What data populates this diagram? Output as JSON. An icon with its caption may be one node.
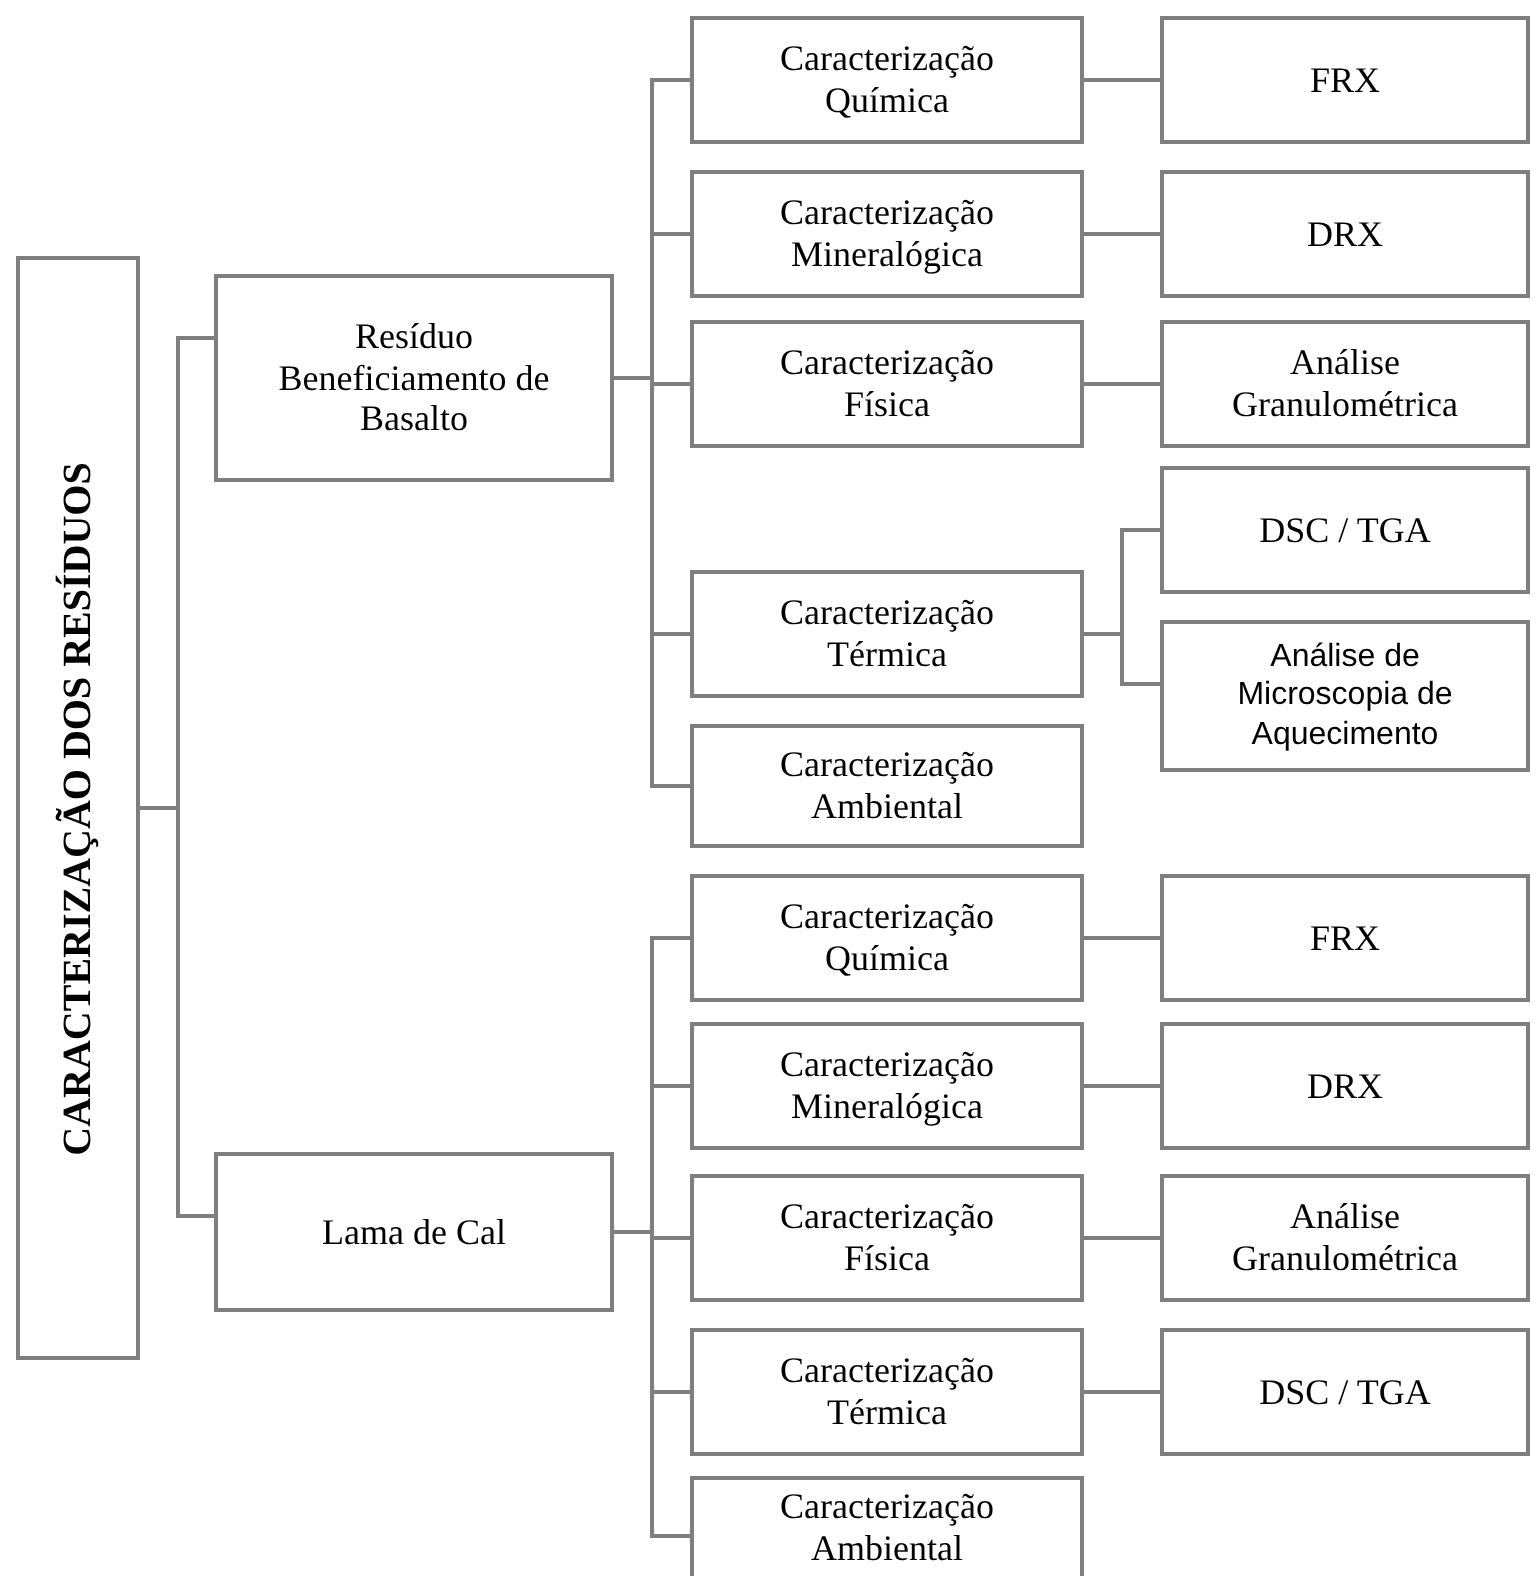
{
  "diagram": {
    "nodes": [
      {
        "text": [
          "CARACTERIZAÇÃO DOS RESÍDUOS"
        ]
      },
      {
        "text": [
          "Resíduo Beneficiamento de Basalto"
        ]
      },
      {
        "text": [
          "Caracterização Química"
        ]
      },
      {
        "text": [
          "FRX"
        ]
      },
      {
        "text": [
          "Caracterização Mineralógica"
        ]
      },
      {
        "text": [
          "DRX"
        ]
      },
      {
        "text": [
          "Caracterização Física"
        ]
      },
      {
        "text": [
          "Análise Granulométrica"
        ]
      },
      {
        "text": [
          "Caracterização Térmica"
        ]
      },
      {
        "text": [
          "DSC / TGA"
        ]
      },
      {
        "text": [
          "Análise de Microscopia de Aquecimento"
        ]
      },
      {
        "text": [
          "Caracterização Ambiental"
        ]
      },
      {
        "text": [
          "Lama de Cal"
        ]
      },
      {
        "text": [
          "Caracterização Química"
        ]
      },
      {
        "text": [
          "FRX"
        ]
      },
      {
        "text": [
          "Caracterização Mineralógica"
        ]
      },
      {
        "text": [
          "DRX"
        ]
      },
      {
        "text": [
          "Caracterização Física"
        ]
      },
      {
        "text": [
          "Análise Granulométrica"
        ]
      },
      {
        "text": [
          "Caracterização Térmica"
        ]
      },
      {
        "text": [
          "DSC / TGA"
        ]
      },
      {
        "text": [
          "Caracterização Ambiental"
        ]
      }
    ],
    "edges": [
      {
        "from": 0,
        "to": 1,
        "arrow": "none"
      },
      {
        "from": 0,
        "to": 12,
        "arrow": "none"
      },
      {
        "from": 1,
        "to": 2,
        "arrow": "none"
      },
      {
        "from": 1,
        "to": 4,
        "arrow": "none"
      },
      {
        "from": 1,
        "to": 6,
        "arrow": "none"
      },
      {
        "from": 1,
        "to": 8,
        "arrow": "none"
      },
      {
        "from": 1,
        "to": 11,
        "arrow": "none"
      },
      {
        "from": 2,
        "to": 3,
        "arrow": "none"
      },
      {
        "from": 4,
        "to": 5,
        "arrow": "none"
      },
      {
        "from": 6,
        "to": 7,
        "arrow": "none"
      },
      {
        "from": 8,
        "to": 9,
        "arrow": "none"
      },
      {
        "from": 8,
        "to": 10,
        "arrow": "none"
      },
      {
        "from": 12,
        "to": 13,
        "arrow": "none"
      },
      {
        "from": 12,
        "to": 15,
        "arrow": "none"
      },
      {
        "from": 12,
        "to": 17,
        "arrow": "none"
      },
      {
        "from": 12,
        "to": 19,
        "arrow": "none"
      },
      {
        "from": 12,
        "to": 21,
        "arrow": "none"
      },
      {
        "from": 13,
        "to": 14,
        "arrow": "none"
      },
      {
        "from": 15,
        "to": 16,
        "arrow": "none"
      },
      {
        "from": 17,
        "to": 18,
        "arrow": "none"
      },
      {
        "from": 19,
        "to": 20,
        "arrow": "none"
      }
    ]
  }
}
